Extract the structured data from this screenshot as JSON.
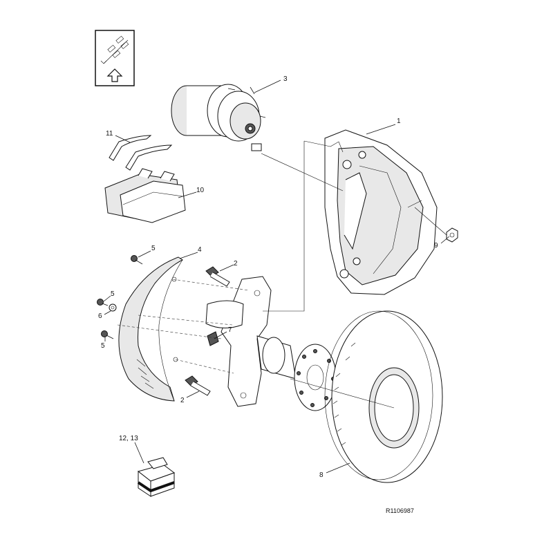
{
  "callouts": {
    "c1": "1",
    "c2a": "2",
    "c2b": "2",
    "c3": "3",
    "c4": "4",
    "c5a": "5",
    "c5b": "5",
    "c5c": "5",
    "c6": "6",
    "c7": "7",
    "c8": "8",
    "c9": "9",
    "c10": "10",
    "c11": "11",
    "c1213": "12, 13"
  },
  "reference_code": "R1106987",
  "icons": {
    "orientation": "front-direction-arrow-icon",
    "kit_box": "kit-box-icon"
  }
}
